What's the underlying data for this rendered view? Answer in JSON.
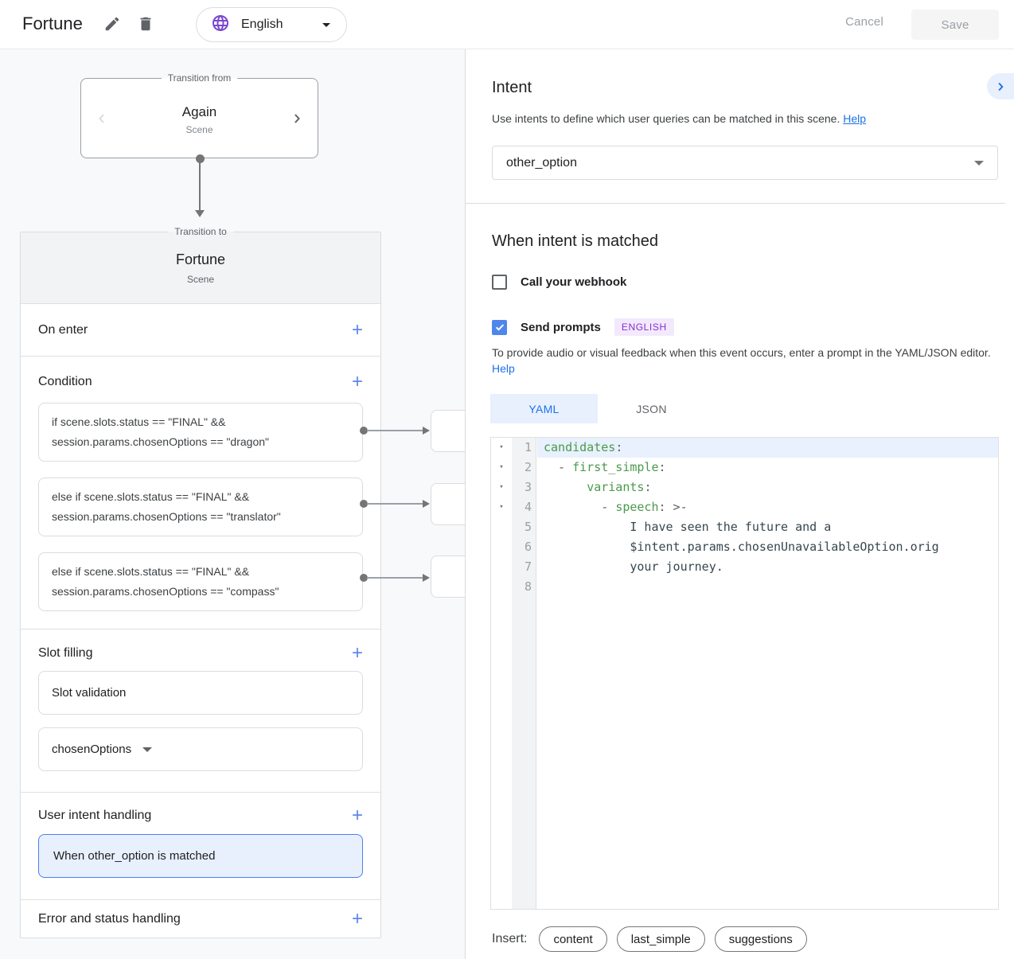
{
  "topbar": {
    "title": "Fortune",
    "language": "English",
    "cancel_label": "Cancel",
    "save_label": "Save"
  },
  "canvas": {
    "transition_from": {
      "legend": "Transition from",
      "name": "Again",
      "type": "Scene"
    },
    "transition_to": {
      "legend": "Transition to",
      "name": "Fortune",
      "type": "Scene"
    },
    "on_enter_label": "On enter",
    "condition_label": "Condition",
    "conditions": [
      {
        "line1": "if scene.slots.status == \"FINAL\" &&",
        "line2": "session.params.chosenOptions == \"dragon\""
      },
      {
        "line1": "else if scene.slots.status == \"FINAL\" &&",
        "line2": "session.params.chosenOptions == \"translator\""
      },
      {
        "line1": "else if scene.slots.status == \"FINAL\" &&",
        "line2": "session.params.chosenOptions == \"compass\""
      }
    ],
    "slot_filling_label": "Slot filling",
    "slot_validation": "Slot validation",
    "slot_name": "chosenOptions",
    "user_intent_label": "User intent handling",
    "intent_handler": "When other_option is matched",
    "error_label": "Error and status handling"
  },
  "panel": {
    "title": "Intent",
    "description": "Use intents to define which user queries can be matched in this scene.",
    "help_label": "Help",
    "intent_value": "other_option",
    "matched_title": "When intent is matched",
    "webhook_label": "Call your webhook",
    "prompts_label": "Send prompts",
    "language_badge": "ENGLISH",
    "prompts_description": "To provide audio or visual feedback when this event occurs, enter a prompt in the YAML/JSON editor.",
    "prompts_help_label": "Help",
    "tab_yaml": "YAML",
    "tab_json": "JSON",
    "insert_label": "Insert:",
    "chips": [
      "content",
      "last_simple",
      "suggestions"
    ]
  },
  "editor": {
    "lines": [
      {
        "num": 1,
        "fold": true,
        "active": true,
        "tokens": [
          {
            "t": "candidates",
            "c": "k"
          },
          {
            "t": ":",
            "c": "p"
          }
        ]
      },
      {
        "num": 2,
        "fold": true,
        "active": false,
        "tokens": [
          {
            "t": "  - ",
            "c": "p"
          },
          {
            "t": "first_simple",
            "c": "k"
          },
          {
            "t": ":",
            "c": "p"
          }
        ]
      },
      {
        "num": 3,
        "fold": true,
        "active": false,
        "tokens": [
          {
            "t": "      ",
            "c": "p"
          },
          {
            "t": "variants",
            "c": "k"
          },
          {
            "t": ":",
            "c": "p"
          }
        ]
      },
      {
        "num": 4,
        "fold": true,
        "active": false,
        "tokens": [
          {
            "t": "        - ",
            "c": "p"
          },
          {
            "t": "speech",
            "c": "k"
          },
          {
            "t": ": >-",
            "c": "p"
          }
        ]
      },
      {
        "num": 5,
        "fold": false,
        "active": false,
        "tokens": [
          {
            "t": "            I have seen the future and a",
            "c": "t"
          }
        ]
      },
      {
        "num": 6,
        "fold": false,
        "active": false,
        "tokens": [
          {
            "t": "            $intent.params.chosenUnavailableOption.orig",
            "c": "t"
          }
        ]
      },
      {
        "num": 7,
        "fold": false,
        "active": false,
        "tokens": [
          {
            "t": "            your journey.",
            "c": "t"
          }
        ]
      },
      {
        "num": 8,
        "fold": false,
        "active": false,
        "tokens": []
      }
    ]
  },
  "colors": {
    "accent_blue": "#1a73e8",
    "checkbox_blue": "#4f86ec",
    "key_green": "#4a9a4d",
    "globe_purple": "#7c47d1",
    "badge_text_purple": "#8430ce",
    "badge_bg": "#f3e9fd",
    "selected_item_bg": "#e8f0fe",
    "canvas_bg": "#f8f9fa"
  }
}
